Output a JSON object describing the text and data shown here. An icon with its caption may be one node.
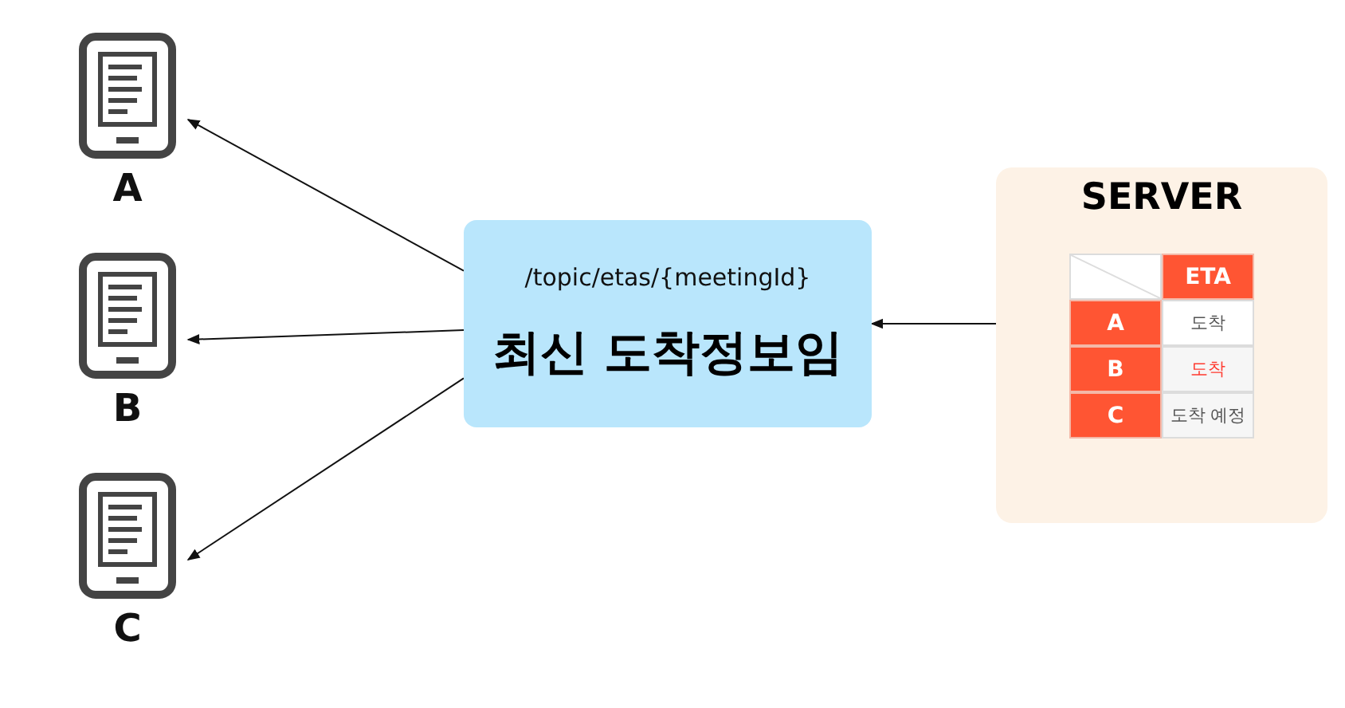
{
  "diagram": {
    "nodes": [
      {
        "text": [
          "A"
        ]
      },
      {
        "text": [
          "B"
        ]
      },
      {
        "text": [
          "C"
        ]
      },
      {
        "text": [
          "/topic/etas/{meetingId}",
          "최신 도착정보임"
        ]
      },
      {
        "text": [
          "SERVER"
        ]
      }
    ],
    "edges": [
      {
        "from": 4,
        "to": 3,
        "arrow": "to"
      },
      {
        "from": 3,
        "to": 0,
        "arrow": "to"
      },
      {
        "from": 3,
        "to": 1,
        "arrow": "to"
      },
      {
        "from": 3,
        "to": 2,
        "arrow": "to"
      }
    ],
    "labels": [
      "ETA",
      "A",
      "도착",
      "B",
      "도착",
      "C",
      "도착 예정"
    ]
  }
}
